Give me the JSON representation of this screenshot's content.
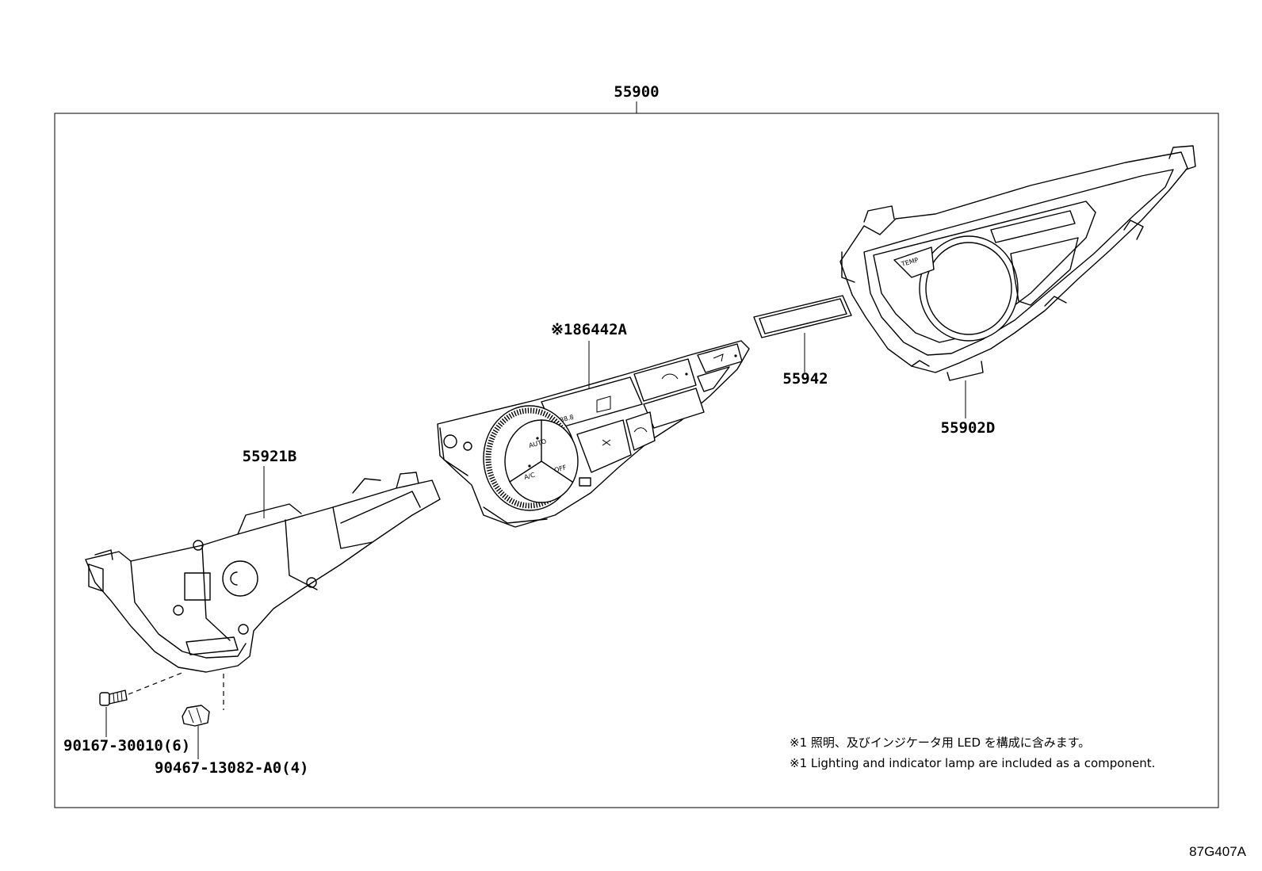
{
  "labels": {
    "assembly": "55900",
    "panel": "※186442A",
    "housing": "55921B",
    "gasket": "55942",
    "bezel": "55902D",
    "screw": "90167-30010(6)",
    "clip": "90467-13082-A0(4)"
  },
  "notes": {
    "jp": "※1 照明、及びインジケータ用 LED を構成に含みます。",
    "en": "※1 Lighting and indicator lamp are included as a component."
  },
  "diagram_code": "87G407A",
  "panel_text": {
    "display": "88.8",
    "auto": "AUTO",
    "ac": "A/C",
    "off": "OFF",
    "temp": "TEMP"
  }
}
